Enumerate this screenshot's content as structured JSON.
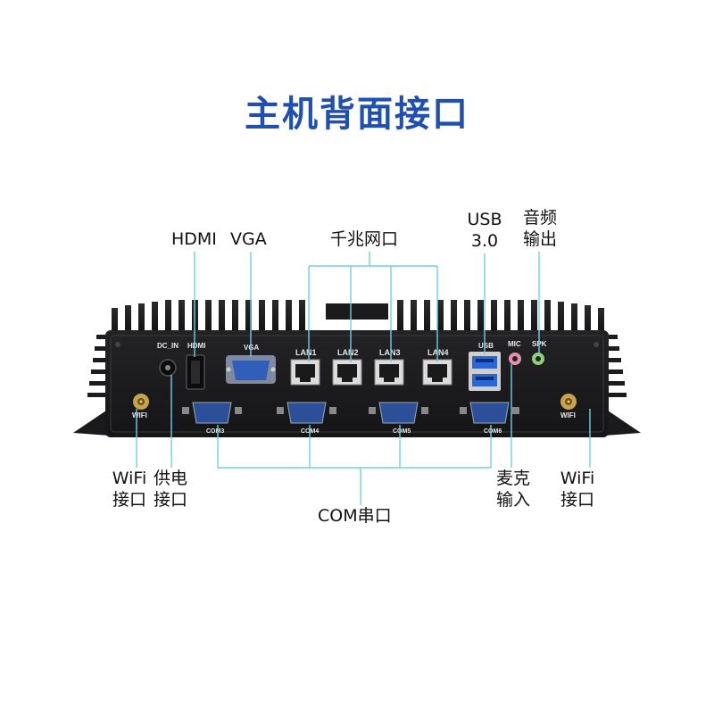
{
  "title": "主机背面接口",
  "labels": {
    "hdmi": "HDMI",
    "vga": "VGA",
    "lan": "千兆网口",
    "usb": [
      "USB",
      "3.0"
    ],
    "audio_out": [
      "音频",
      "输出"
    ],
    "wifi_left": [
      "WiFi",
      "接口"
    ],
    "power": [
      "供电",
      "接口"
    ],
    "com": "COM串口",
    "mic_in": [
      "麦克",
      "输入"
    ],
    "wifi_right": [
      "WiFi",
      "接口"
    ]
  },
  "silkscreen": {
    "dc_in": "DC_IN",
    "hdmi": "HDMI",
    "vga": "VGA",
    "lan1": "LAN1",
    "lan2": "LAN2",
    "lan3": "LAN3",
    "lan4": "LAN4",
    "usb": "USB",
    "mic": "MIC",
    "spk": "SPK",
    "wifi_left": "WIFI",
    "wifi_right": "WIFI",
    "com3": "COM3",
    "com4": "COM4",
    "com5": "COM5",
    "com6": "COM6"
  },
  "colors": {
    "title": "#1f4fb0",
    "leader_line": "#6fd1e6",
    "chassis": "#1a1a1c",
    "vga_port": "#2f5fb8",
    "com_port": "#2c4f9a",
    "usb3": "#2a66d6",
    "mic_jack": "#e58fb0",
    "spk_jack": "#8fd17a",
    "antenna": "#c9a24a"
  }
}
